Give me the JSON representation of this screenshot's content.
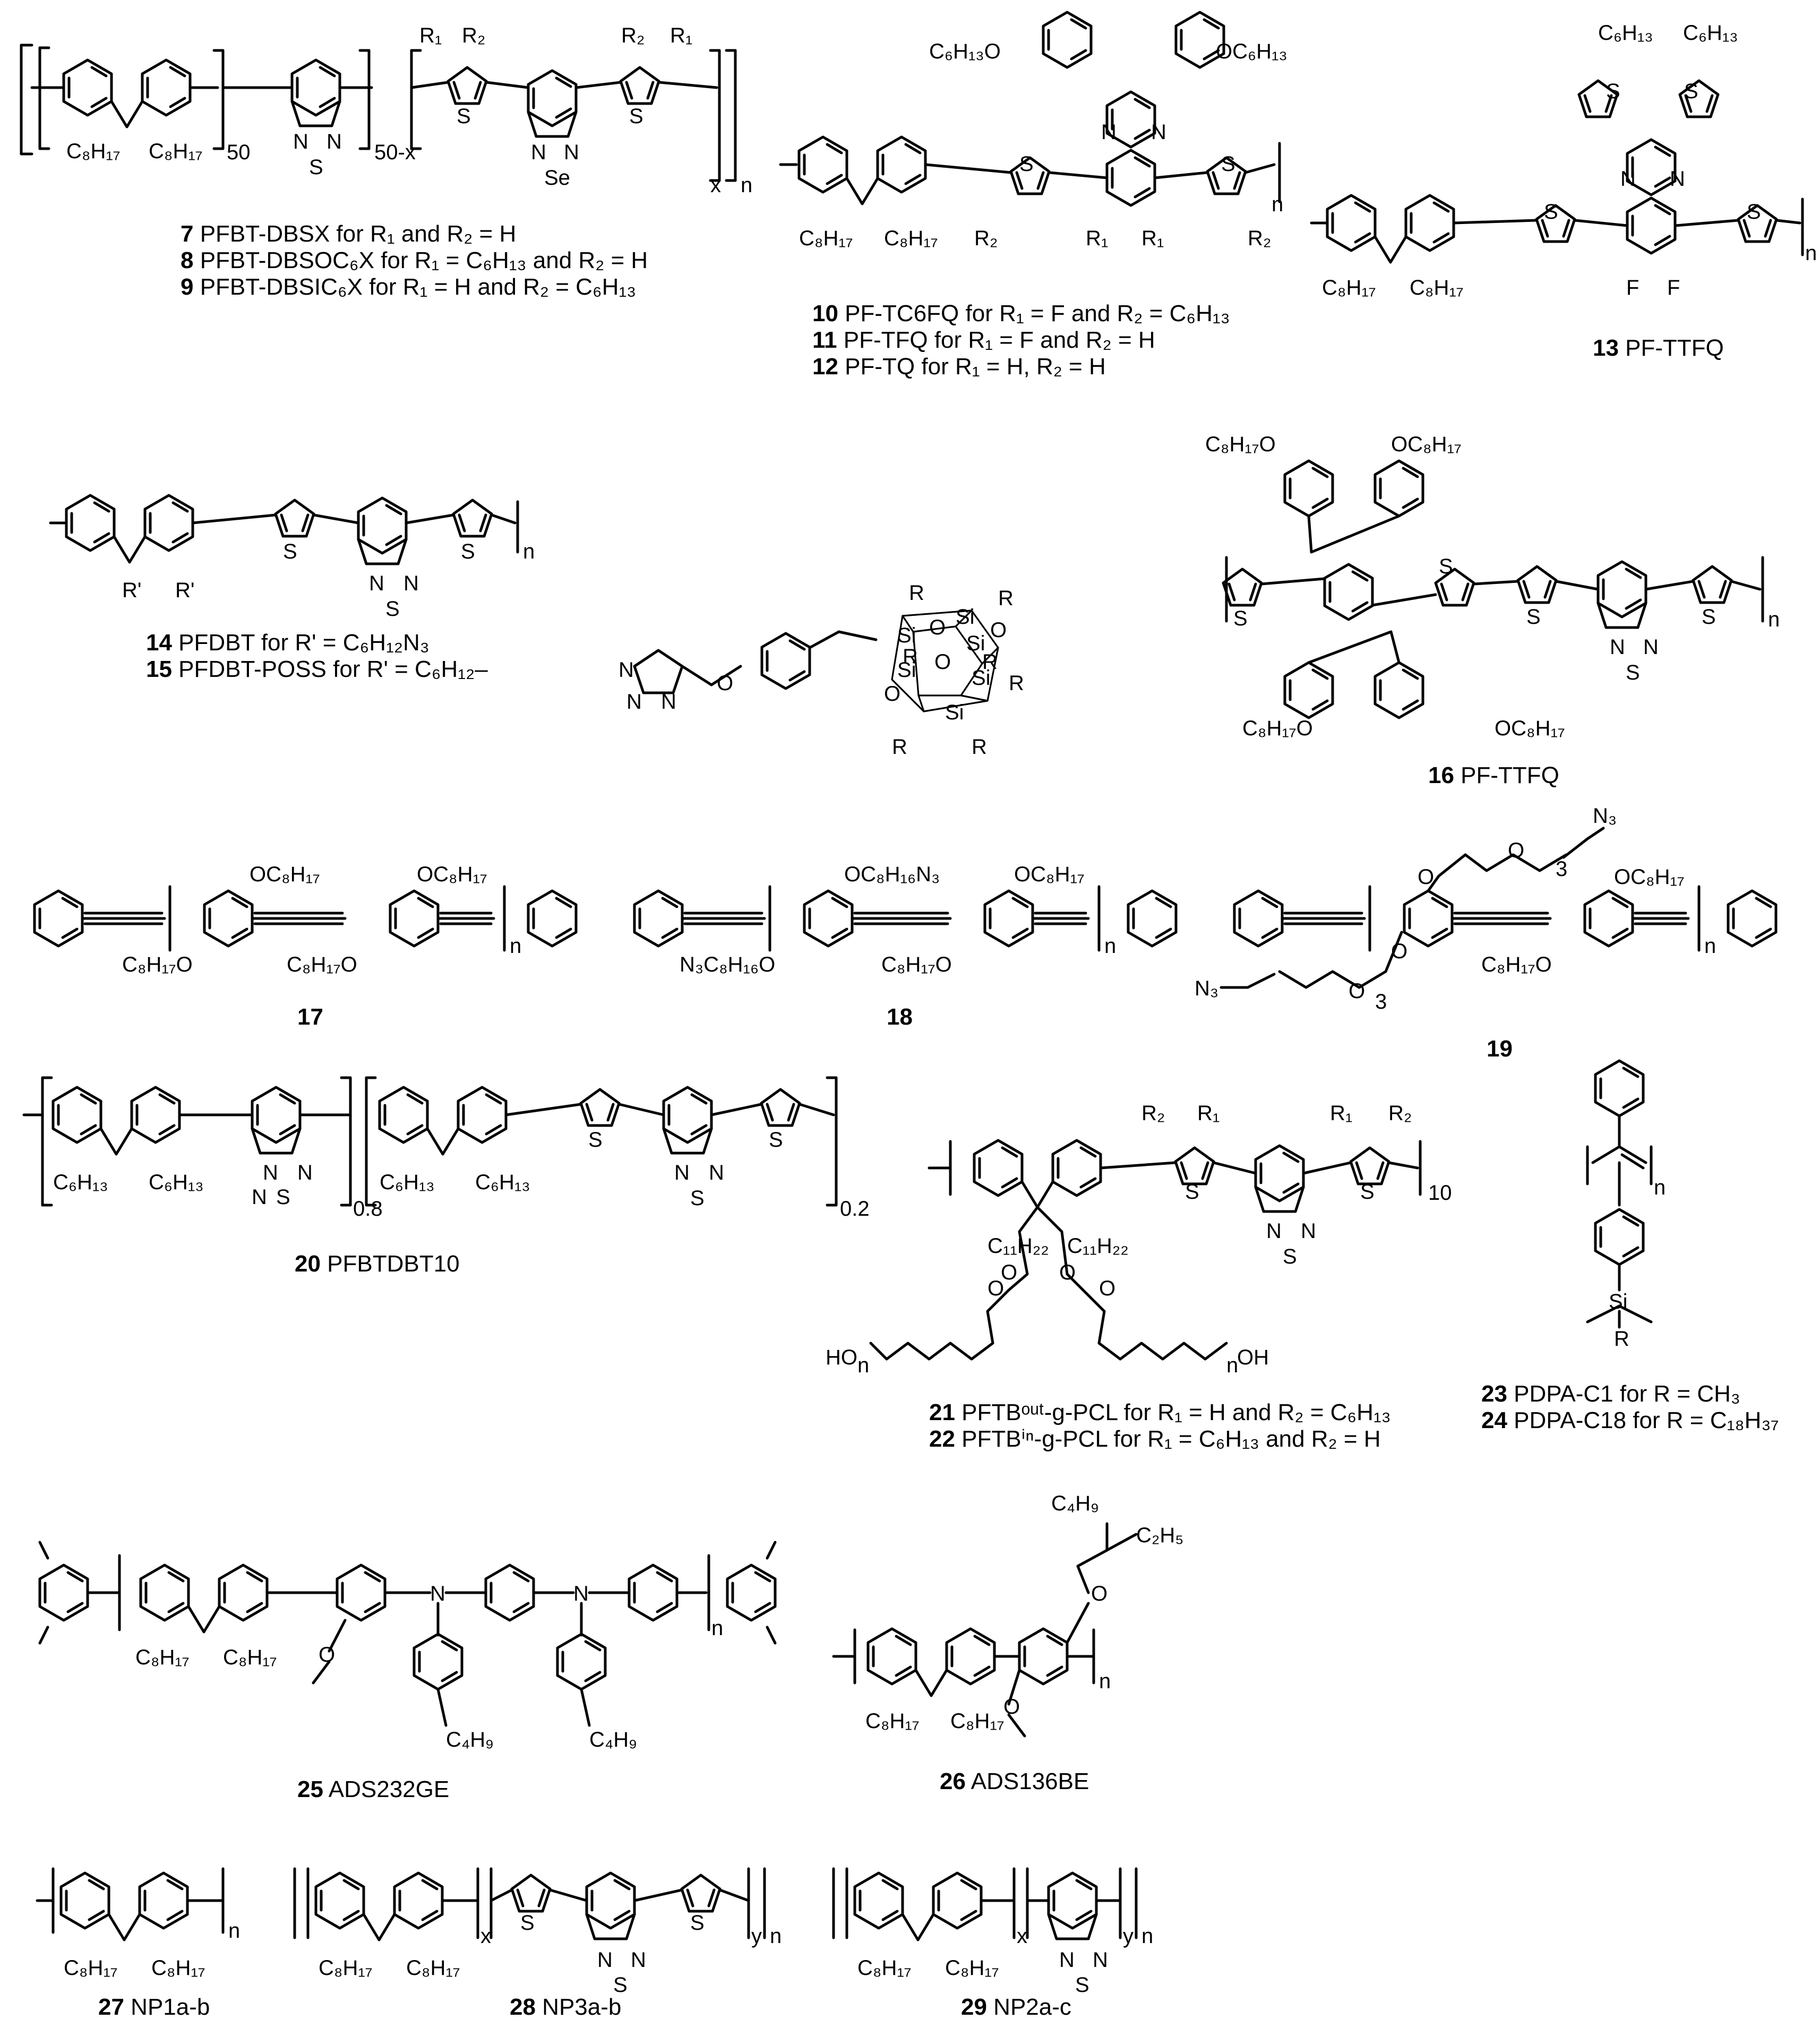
{
  "captions": [
    {
      "id": "c7",
      "num": "7",
      "text": " PFBT-DBSX for R₁ and R₂ = H"
    },
    {
      "id": "c8",
      "num": "8",
      "text": " PFBT-DBSOC₆X for R₁ = C₆H₁₃ and R₂ = H"
    },
    {
      "id": "c9",
      "num": "9",
      "text": " PFBT-DBSIC₆X for R₁ = H and R₂ = C₆H₁₃"
    },
    {
      "id": "c10",
      "num": "10",
      "text": " PF-TC6FQ for R₁ = F and R₂ = C₆H₁₃"
    },
    {
      "id": "c11",
      "num": "11",
      "text": " PF-TFQ for R₁ = F and R₂ = H"
    },
    {
      "id": "c12",
      "num": "12",
      "text": " PF-TQ for R₁ = H, R₂ = H"
    },
    {
      "id": "c13",
      "num": "13",
      "text": " PF-TTFQ"
    },
    {
      "id": "c14",
      "num": "14",
      "text": " PFDBT for R' = C₆H₁₂N₃"
    },
    {
      "id": "c15",
      "num": "15",
      "text": " PFDBT-POSS for R' = C₆H₁₂–"
    },
    {
      "id": "c16",
      "num": "16",
      "text": " PF-TTFQ"
    },
    {
      "id": "c17",
      "num": "17",
      "text": ""
    },
    {
      "id": "c18",
      "num": "18",
      "text": ""
    },
    {
      "id": "c19",
      "num": "19",
      "text": ""
    },
    {
      "id": "c20",
      "num": "20",
      "text": " PFBTDBT10"
    },
    {
      "id": "c21",
      "num": "21",
      "text": " PFTBᵒᵘᵗ-g-PCL for R₁ = H and R₂ = C₆H₁₃"
    },
    {
      "id": "c22",
      "num": "22",
      "text": " PFTBⁱⁿ-g-PCL for R₁ = C₆H₁₃ and R₂ = H"
    },
    {
      "id": "c23",
      "num": "23",
      "text": " PDPA-C1 for R = CH₃"
    },
    {
      "id": "c24",
      "num": "24",
      "text": " PDPA-C18 for R = C₁₈H₃₇"
    },
    {
      "id": "c25",
      "num": "25",
      "text": " ADS232GE"
    },
    {
      "id": "c26",
      "num": "26",
      "text": " ADS136BE"
    },
    {
      "id": "c27",
      "num": "27",
      "text": " NP1a-b"
    },
    {
      "id": "c28",
      "num": "28",
      "text": " NP3a-b"
    },
    {
      "id": "c29",
      "num": "29",
      "text": " NP2a-c"
    }
  ],
  "labels": {
    "c8h17": "C₈H₁₇",
    "c6h13": "C₆H₁₃",
    "c6h13o": "C₆H₁₃O",
    "oc6h13": "OC₆H₁₃",
    "c8h17o": "C₈H₁₇O",
    "oc8h17": "OC₈H₁₇",
    "oc8h16n3": "OC₈H₁₆N₃",
    "n3c8h16o": "N₃C₈H₁₆O",
    "c11h22": "C₁₁H₂₂",
    "c4h9": "C₄H₉",
    "c2h5": "C₂H₅",
    "n3": "N₃",
    "r1": "R₁",
    "r2": "R₂",
    "rp": "R'",
    "r": "R",
    "s": "S",
    "se": "Se",
    "n": "N",
    "o": "O",
    "f": "F",
    "si": "Si",
    "ho": "HO",
    "oh": "OH",
    "sub_n": "n",
    "sub_x": "x",
    "sub_y": "y",
    "sub_50": "50",
    "sub_50x": "50-x",
    "sub_3": "3",
    "sub_08": "0.8",
    "sub_02": "0.2",
    "sub_10": "10"
  }
}
